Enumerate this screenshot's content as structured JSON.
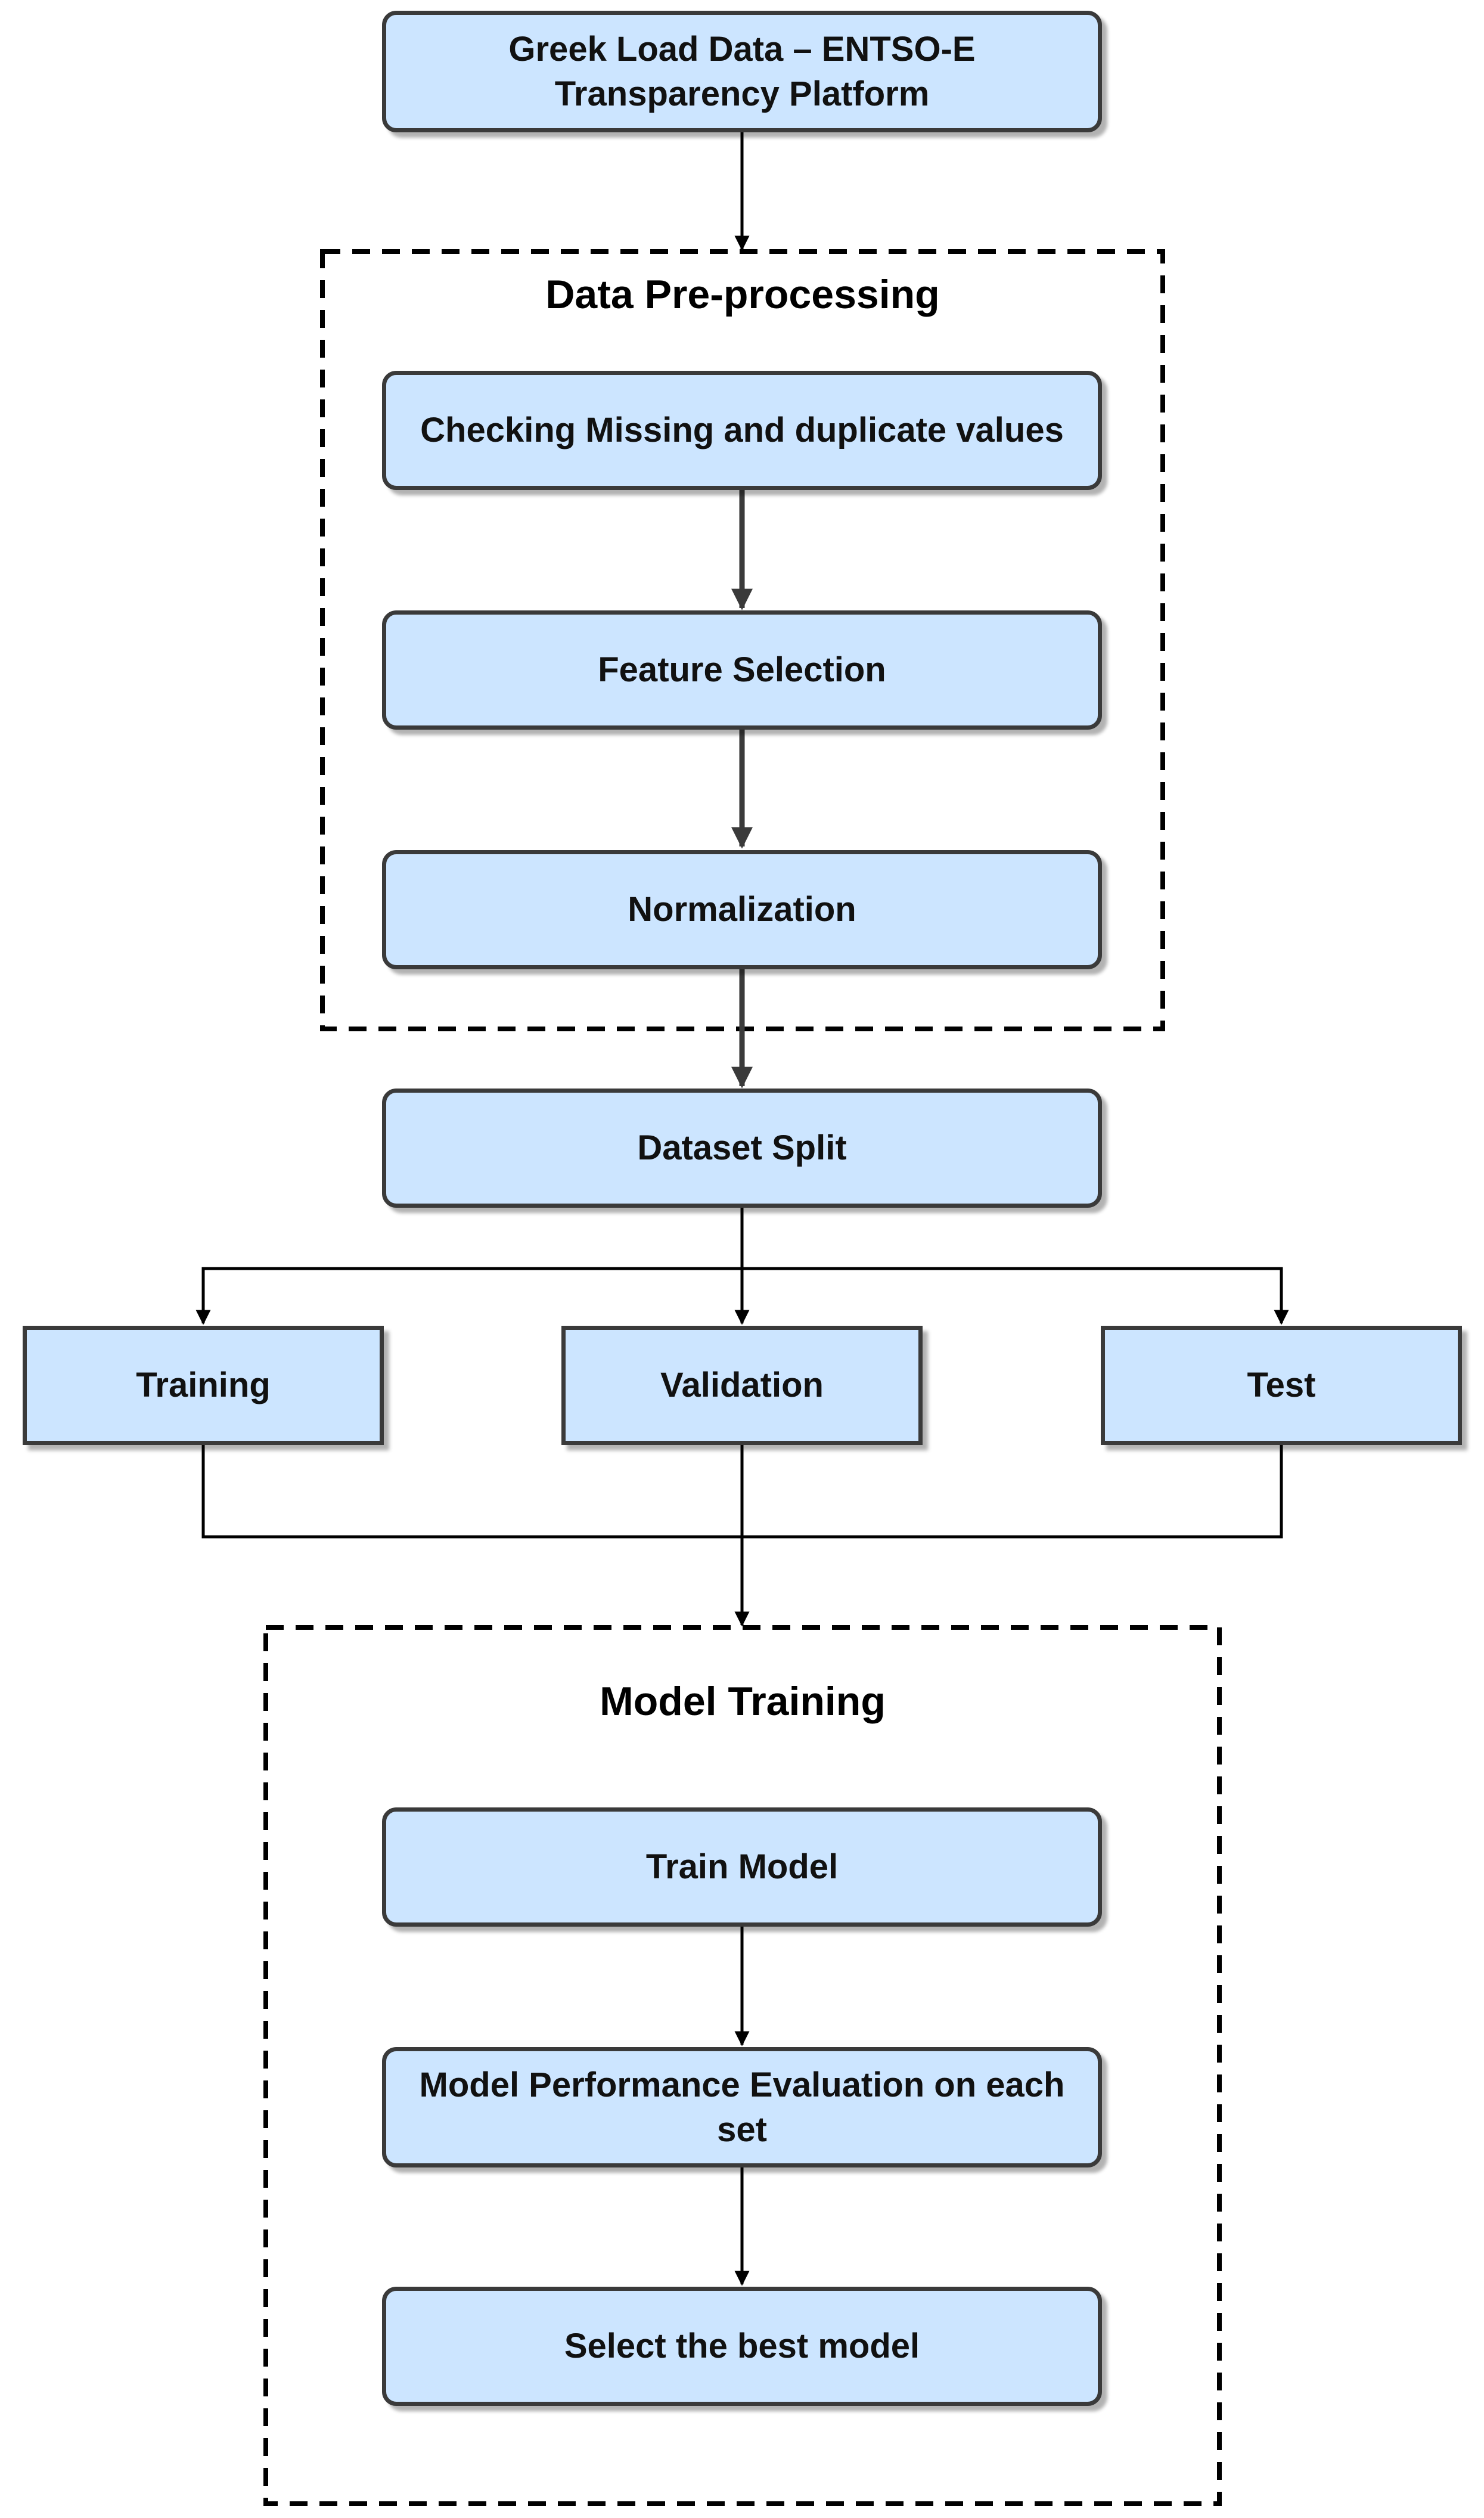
{
  "colors": {
    "node_fill": "#cce5ff",
    "node_border": "#3a3a3a",
    "connector": "#000000",
    "thick_connector": "#3a3a3a",
    "group_border": "#000000"
  },
  "nodes": {
    "source": "Greek Load Data – ENTSO-E Transparency Platform",
    "missing": "Checking Missing and duplicate values",
    "feature": "Feature Selection",
    "normalization": "Normalization",
    "split": "Dataset Split",
    "training": "Training",
    "validation": "Validation",
    "test": "Test",
    "train_model": "Train Model",
    "evaluation": "Model Performance Evaluation on each set",
    "best_model": "Select the best model"
  },
  "groups": {
    "preprocessing": "Data Pre-processing",
    "model_training": "Model Training"
  }
}
